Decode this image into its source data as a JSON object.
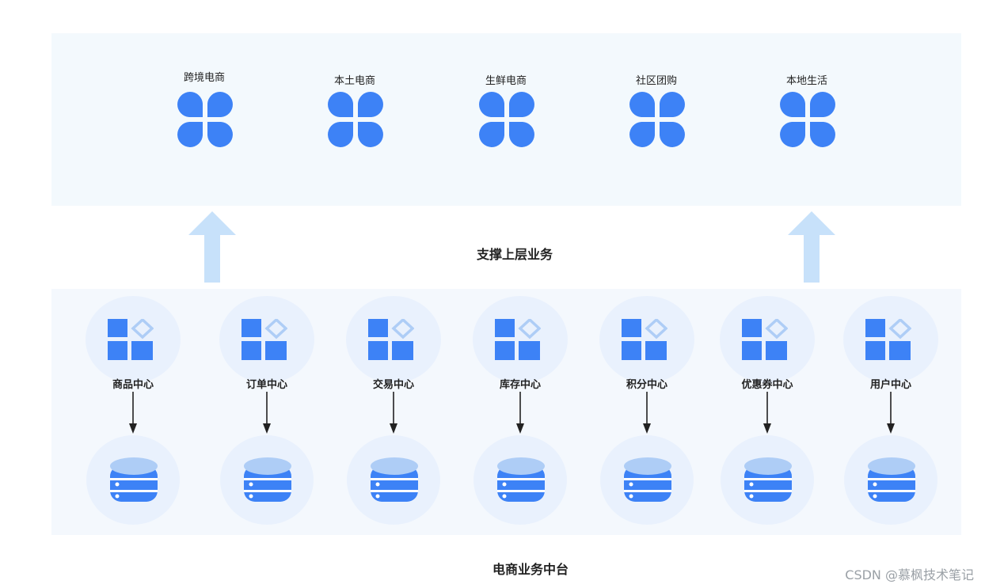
{
  "businesses": [
    {
      "label": "跨境电商",
      "icon": "four-petal-icon"
    },
    {
      "label": "本土电商",
      "icon": "four-petal-icon"
    },
    {
      "label": "生鲜电商",
      "icon": "four-petal-icon"
    },
    {
      "label": "社区团购",
      "icon": "four-petal-icon"
    },
    {
      "label": "本地生活",
      "icon": "four-petal-icon"
    }
  ],
  "support_label": "支撑上层业务",
  "services": [
    {
      "label": "商品中心",
      "icon": "blocks-diamond-icon",
      "db_icon": "database-icon"
    },
    {
      "label": "订单中心",
      "icon": "blocks-diamond-icon",
      "db_icon": "database-icon"
    },
    {
      "label": "交易中心",
      "icon": "blocks-diamond-icon",
      "db_icon": "database-icon"
    },
    {
      "label": "库存中心",
      "icon": "blocks-diamond-icon",
      "db_icon": "database-icon"
    },
    {
      "label": "积分中心",
      "icon": "blocks-diamond-icon",
      "db_icon": "database-icon"
    },
    {
      "label": "优惠券中心",
      "icon": "blocks-diamond-icon",
      "db_icon": "database-icon"
    },
    {
      "label": "用户中心",
      "icon": "blocks-diamond-icon",
      "db_icon": "database-icon"
    }
  ],
  "platform_label": "电商业务中台",
  "watermark": "CSDN @慕枫技术笔记",
  "colors": {
    "icon_blue": "#3d82f6",
    "icon_light_blue": "#aecdf6",
    "arrow_light": "#c7e1fa",
    "panel_top": "#f3f9fd",
    "panel_bottom": "#f4f8fd",
    "circle_bg": "#e9f1fd"
  }
}
